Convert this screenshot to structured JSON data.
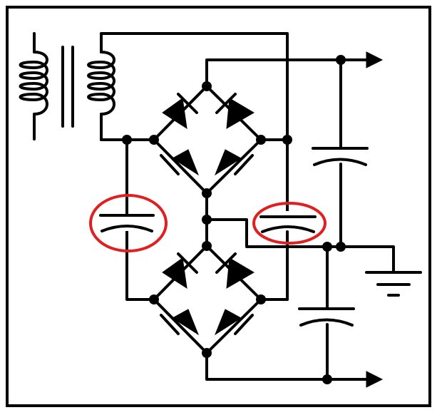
{
  "diagram": {
    "type": "circuit-schematic",
    "colors": {
      "wire": "#000000",
      "highlight": "#e02020",
      "background": "#ffffff"
    },
    "components": {
      "transformer": {
        "icon": "transformer-icon"
      },
      "bridges": [
        {
          "id": "upper-bridge",
          "diodes": 4
        },
        {
          "id": "lower-bridge",
          "diodes": 4
        }
      ],
      "capacitors": [
        {
          "id": "left-cap",
          "highlighted": true
        },
        {
          "id": "middle-cap",
          "highlighted": true
        },
        {
          "id": "right-upper-cap",
          "highlighted": false
        },
        {
          "id": "right-lower-cap",
          "highlighted": false
        }
      ],
      "outputs": [
        "upper-output-arrow",
        "lower-output-arrow"
      ],
      "ground": {
        "icon": "ground-icon"
      }
    }
  }
}
